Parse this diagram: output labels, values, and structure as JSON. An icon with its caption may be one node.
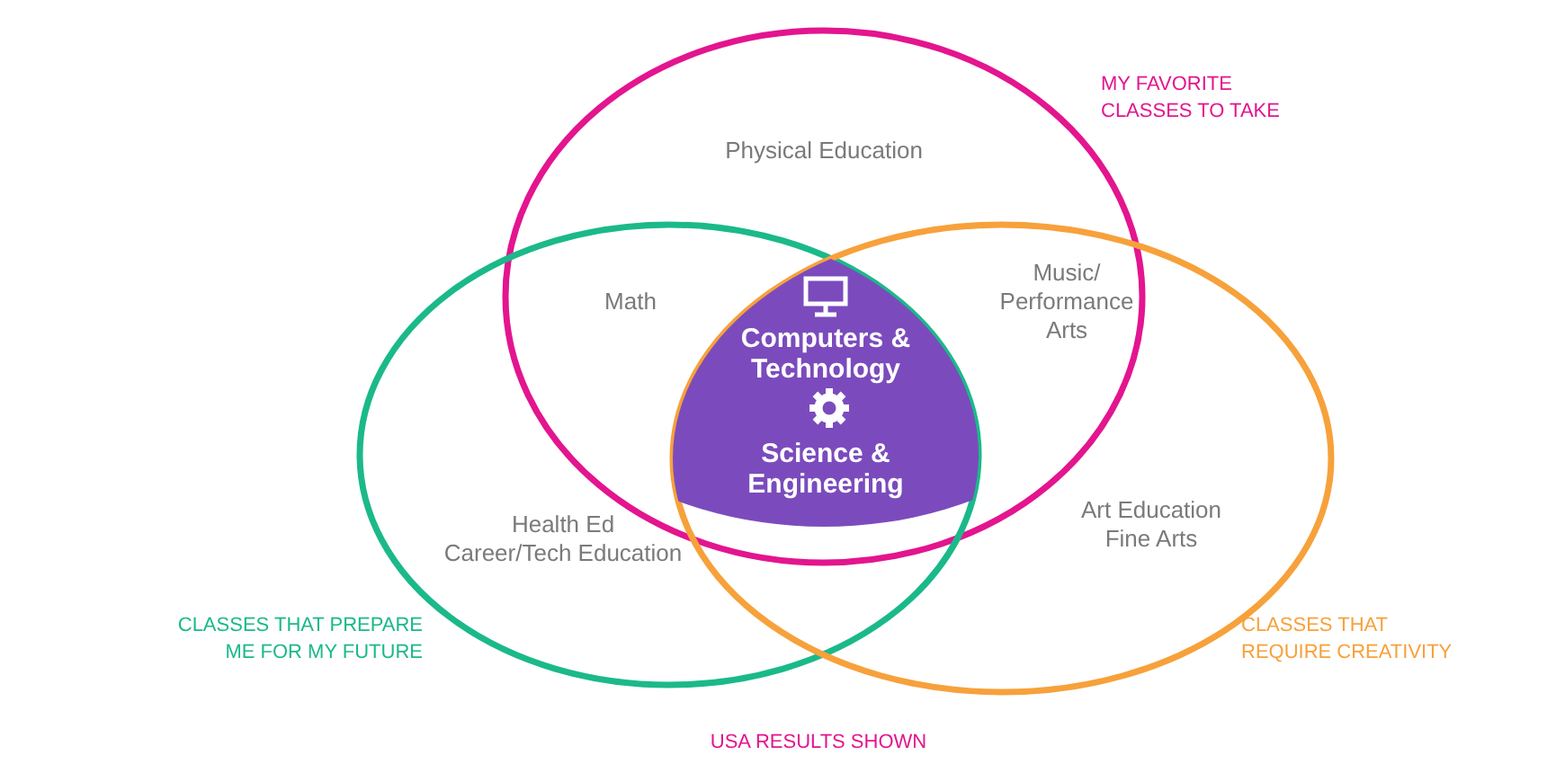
{
  "diagram": {
    "caption": "USA RESULTS SHOWN",
    "nodes": [
      {
        "text": [
          "MY FAVORITE CLASSES TO TAKE"
        ]
      },
      {
        "text": [
          "CLASSES THAT PREPARE ME FOR MY FUTURE"
        ]
      },
      {
        "text": [
          "CLASSES THAT REQUIRE CREATIVITY"
        ]
      },
      {
        "text": [
          "Computers & Technology",
          "Science & Engineering"
        ]
      }
    ],
    "labels": [
      "Physical Education",
      "Math",
      "Music/ Performance Arts",
      "Health Ed",
      "Career/Tech Education",
      "Art Education",
      "Fine Arts"
    ]
  }
}
